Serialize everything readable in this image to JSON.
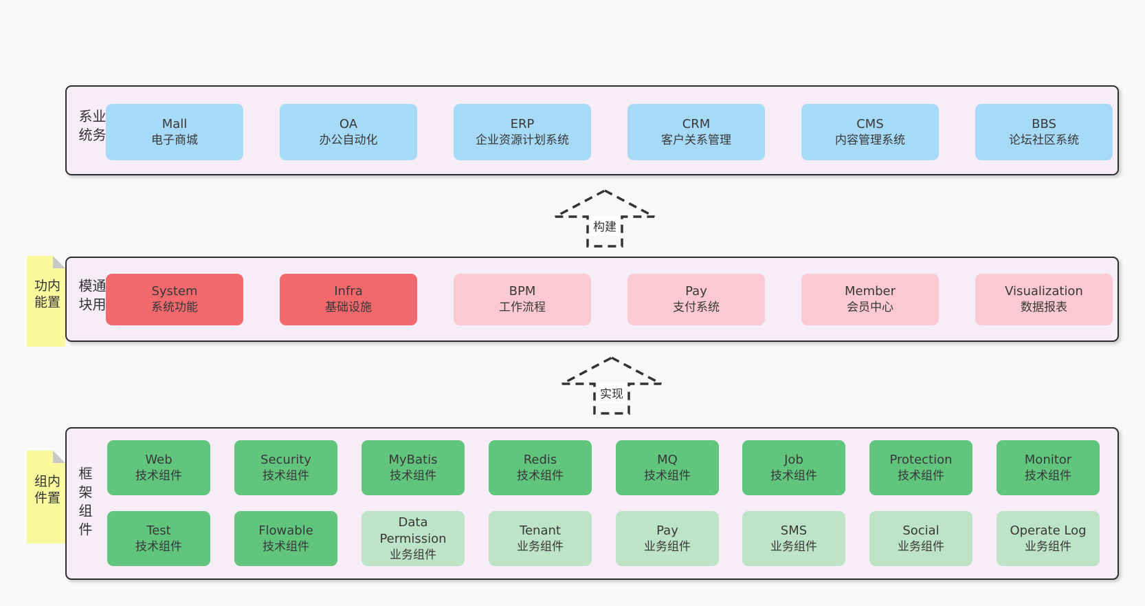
{
  "colors": {
    "page_bg": "#f8f8f8",
    "container_bg": "#f7edf6",
    "container_border": "#2d2d2d",
    "blue": "#a6daf6",
    "red": "#f2696d",
    "pink": "#fac9d3",
    "green": "#62c57d",
    "light_green": "#bde4c7",
    "sticky_yellow": "#fbf99d",
    "text": "#383838"
  },
  "arrows": [
    {
      "label": "构建"
    },
    {
      "label": "实现"
    }
  ],
  "notes": [
    {
      "label": "内置功能"
    },
    {
      "label": "内置组件"
    }
  ],
  "layers": [
    {
      "label": "业务系统",
      "boxes": [
        {
          "name": "Mall",
          "desc": "电子商城"
        },
        {
          "name": "OA",
          "desc": "办公自动化"
        },
        {
          "name": "ERP",
          "desc": "企业资源计划系统"
        },
        {
          "name": "CRM",
          "desc": "客户关系管理"
        },
        {
          "name": "CMS",
          "desc": "内容管理系统"
        },
        {
          "name": "BBS",
          "desc": "论坛社区系统"
        }
      ]
    },
    {
      "label": "通用模块",
      "boxes": [
        {
          "name": "System",
          "desc": "系统功能",
          "variant": "red"
        },
        {
          "name": "Infra",
          "desc": "基础设施",
          "variant": "red"
        },
        {
          "name": "BPM",
          "desc": "工作流程",
          "variant": "pink"
        },
        {
          "name": "Pay",
          "desc": "支付系统",
          "variant": "pink"
        },
        {
          "name": "Member",
          "desc": "会员中心",
          "variant": "pink"
        },
        {
          "name": "Visualization",
          "desc": "数据报表",
          "variant": "pink"
        }
      ]
    },
    {
      "label": "框架组件",
      "rows": [
        {
          "boxes": [
            {
              "name": "Web",
              "desc": "技术组件",
              "variant": "green"
            },
            {
              "name": "Security",
              "desc": "技术组件",
              "variant": "green"
            },
            {
              "name": "MyBatis",
              "desc": "技术组件",
              "variant": "green"
            },
            {
              "name": "Redis",
              "desc": "技术组件",
              "variant": "green"
            },
            {
              "name": "MQ",
              "desc": "技术组件",
              "variant": "green"
            },
            {
              "name": "Job",
              "desc": "技术组件",
              "variant": "green"
            },
            {
              "name": "Protection",
              "desc": "技术组件",
              "variant": "green"
            },
            {
              "name": "Monitor",
              "desc": "技术组件",
              "variant": "green"
            }
          ]
        },
        {
          "boxes": [
            {
              "name": "Test",
              "desc": "技术组件",
              "variant": "green"
            },
            {
              "name": "Flowable",
              "desc": "技术组件",
              "variant": "green"
            },
            {
              "name": "Data Permission",
              "desc": "业务组件",
              "variant": "light-green"
            },
            {
              "name": "Tenant",
              "desc": "业务组件",
              "variant": "light-green"
            },
            {
              "name": "Pay",
              "desc": "业务组件",
              "variant": "light-green"
            },
            {
              "name": "SMS",
              "desc": "业务组件",
              "variant": "light-green"
            },
            {
              "name": "Social",
              "desc": "业务组件",
              "variant": "light-green"
            },
            {
              "name": "Operate Log",
              "desc": "业务组件",
              "variant": "light-green"
            }
          ]
        }
      ]
    }
  ]
}
